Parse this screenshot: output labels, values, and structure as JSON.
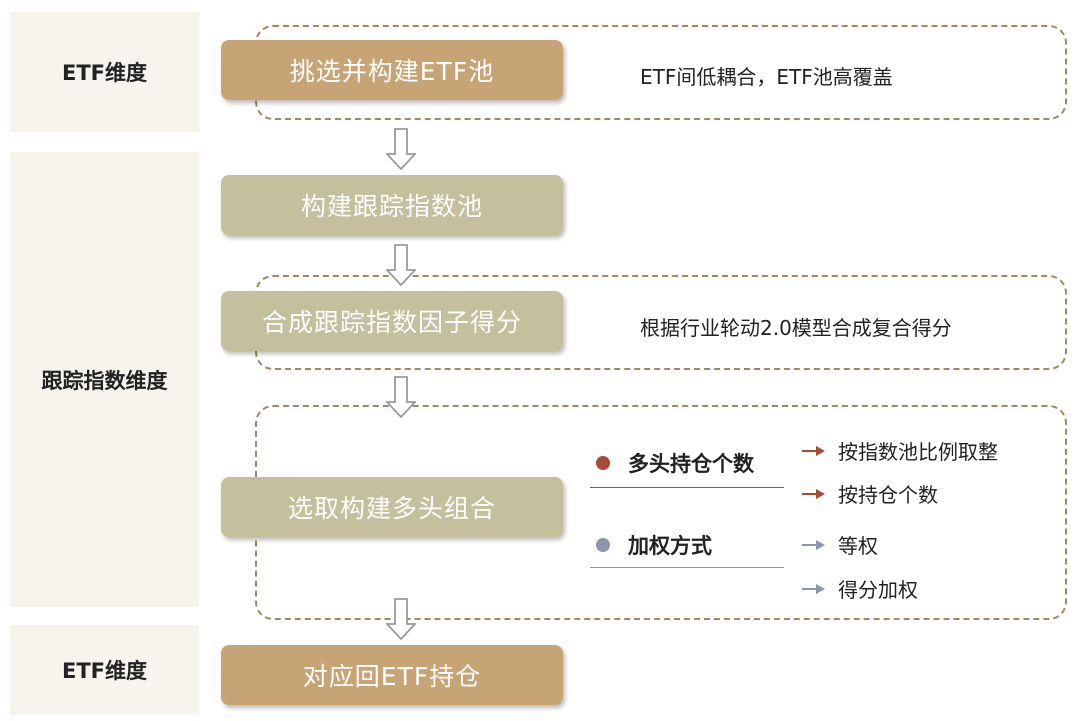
{
  "dimensions": {
    "etf_top": "ETF维度",
    "index": "跟踪指数维度",
    "etf_bottom": "ETF维度"
  },
  "steps": {
    "pick_etf_pool": "挑选并构建ETF池",
    "build_index_pool": "构建跟踪指数池",
    "synth_factor_score": "合成跟踪指数因子得分",
    "select_long_portfolio": "选取构建多头组合",
    "map_back_etf": "对应回ETF持仓"
  },
  "notes": {
    "etf_pool_note": "ETF间低耦合，ETF池高覆盖",
    "score_note": "根据行业轮动2.0模型合成复合得分"
  },
  "portfolio": {
    "long_count": {
      "label": "多头持仓个数",
      "color": "#a64b35",
      "options": [
        "按指数池比例取整",
        "按持仓个数"
      ]
    },
    "weighting": {
      "label": "加权方式",
      "color": "#8f94a6",
      "options": [
        "等权",
        "得分加权"
      ]
    }
  },
  "colors": {
    "step_brown": "#c7a476",
    "step_olive": "#c4bf9c",
    "dashed_border": "#9a8a66",
    "side_panel": "#f7f4ee"
  }
}
